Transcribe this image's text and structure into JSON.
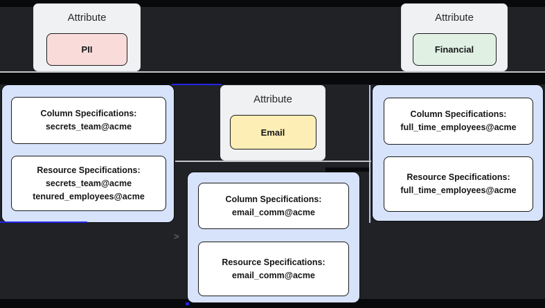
{
  "colors": {
    "background": "#202226",
    "black_band": "#08090b",
    "edge_gray": "#c2c5ca",
    "edge_blue": "#2424e8",
    "group_fill": "#d6e3fa",
    "card_fill": "#f0f1f3",
    "pill_pii": "#f9dcd9",
    "pill_email": "#fceeb4",
    "pill_financial": "#e0f0e3"
  },
  "attributes": [
    {
      "title": "Attribute",
      "label": "PII"
    },
    {
      "title": "Attribute",
      "label": "Email"
    },
    {
      "title": "Attribute",
      "label": "Financial"
    }
  ],
  "groups": [
    {
      "column_title": "Column Specifications:",
      "column_value": "secrets_team@acme",
      "resource_title": "Resource Specifications:",
      "resource_value1": "secrets_team@acme",
      "resource_value2": "tenured_employees@acme"
    },
    {
      "column_title": "Column Specifications:",
      "column_value": "email_comm@acme",
      "resource_title": "Resource Specifications:",
      "resource_value1": "email_comm@acme"
    },
    {
      "column_title": "Column Specifications:",
      "column_value": "full_time_employees@acme",
      "resource_title": "Resource Specifications:",
      "resource_value1": "full_time_employees@acme"
    }
  ],
  "glyphs": {
    "chevron": ">"
  }
}
